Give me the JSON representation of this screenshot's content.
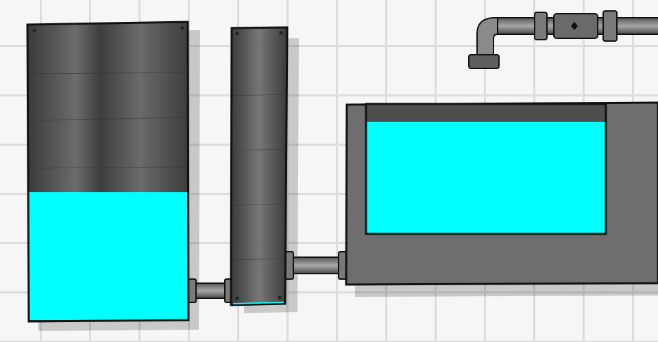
{
  "scene": {
    "type": "water-tank-puzzle",
    "background": "white-tile-wall",
    "colors": {
      "water": "#00FFFF",
      "tank_metal": "#6E6E6E",
      "tank_metal_dark": "#3C3C3C",
      "outline": "#111111",
      "tile_base": "#F6F6F6",
      "tile_grout": "#DCDCDC"
    }
  },
  "tanks": [
    {
      "id": "tank-left",
      "role": "tall-container",
      "fill_level": 0.43
    },
    {
      "id": "tank-middle",
      "role": "narrow-column",
      "fill_level": 0.0
    },
    {
      "id": "tank-right",
      "role": "basin",
      "fill_level": 0.86
    }
  ],
  "pipes": [
    {
      "id": "pipe-left-middle",
      "connects": [
        "tank-left",
        "tank-middle"
      ]
    },
    {
      "id": "pipe-middle-right",
      "connects": [
        "tank-middle",
        "tank-right"
      ]
    },
    {
      "id": "faucet-pipe",
      "outlet": "faucet-nozzle",
      "has_valve": true
    }
  ],
  "icons": {
    "faucet": "faucet-icon",
    "valve": "valve-icon"
  }
}
